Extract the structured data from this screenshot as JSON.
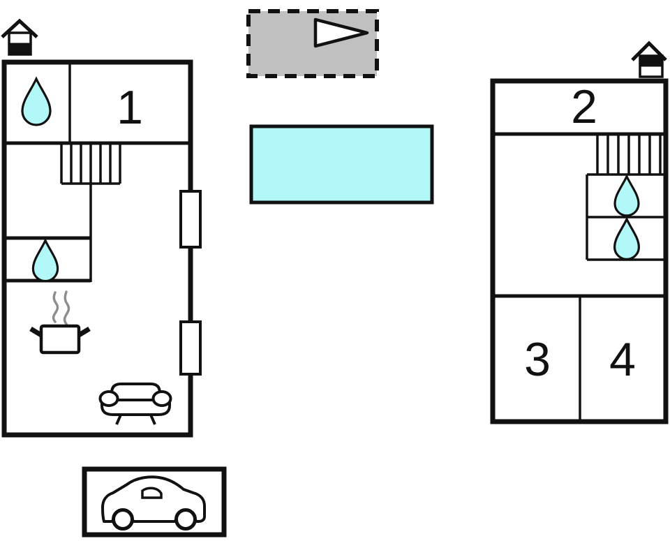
{
  "plan": {
    "type": "holiday-home-floor-plan",
    "rooms": {
      "r1": "1",
      "r2": "2",
      "r3": "3",
      "r4": "4"
    },
    "colors": {
      "water": "#b2f8f8",
      "pool": "#b2f8f8",
      "terrace": "#c0c0c0",
      "steam": "#8e8e8e",
      "wall": "#111111",
      "background": "#ffffff"
    },
    "icons": {
      "ground_floor_marker": "house-ground-floor-icon",
      "upper_floor_marker": "house-upper-floor-icon",
      "bathroom_marker": "water-drop-icon",
      "kitchen_marker": "cooking-pot-icon",
      "living_marker": "sofa-icon",
      "stairs_marker": "stairs-icon",
      "terrace_marker": "pennant-flag-icon",
      "parking_marker": "car-icon"
    }
  }
}
